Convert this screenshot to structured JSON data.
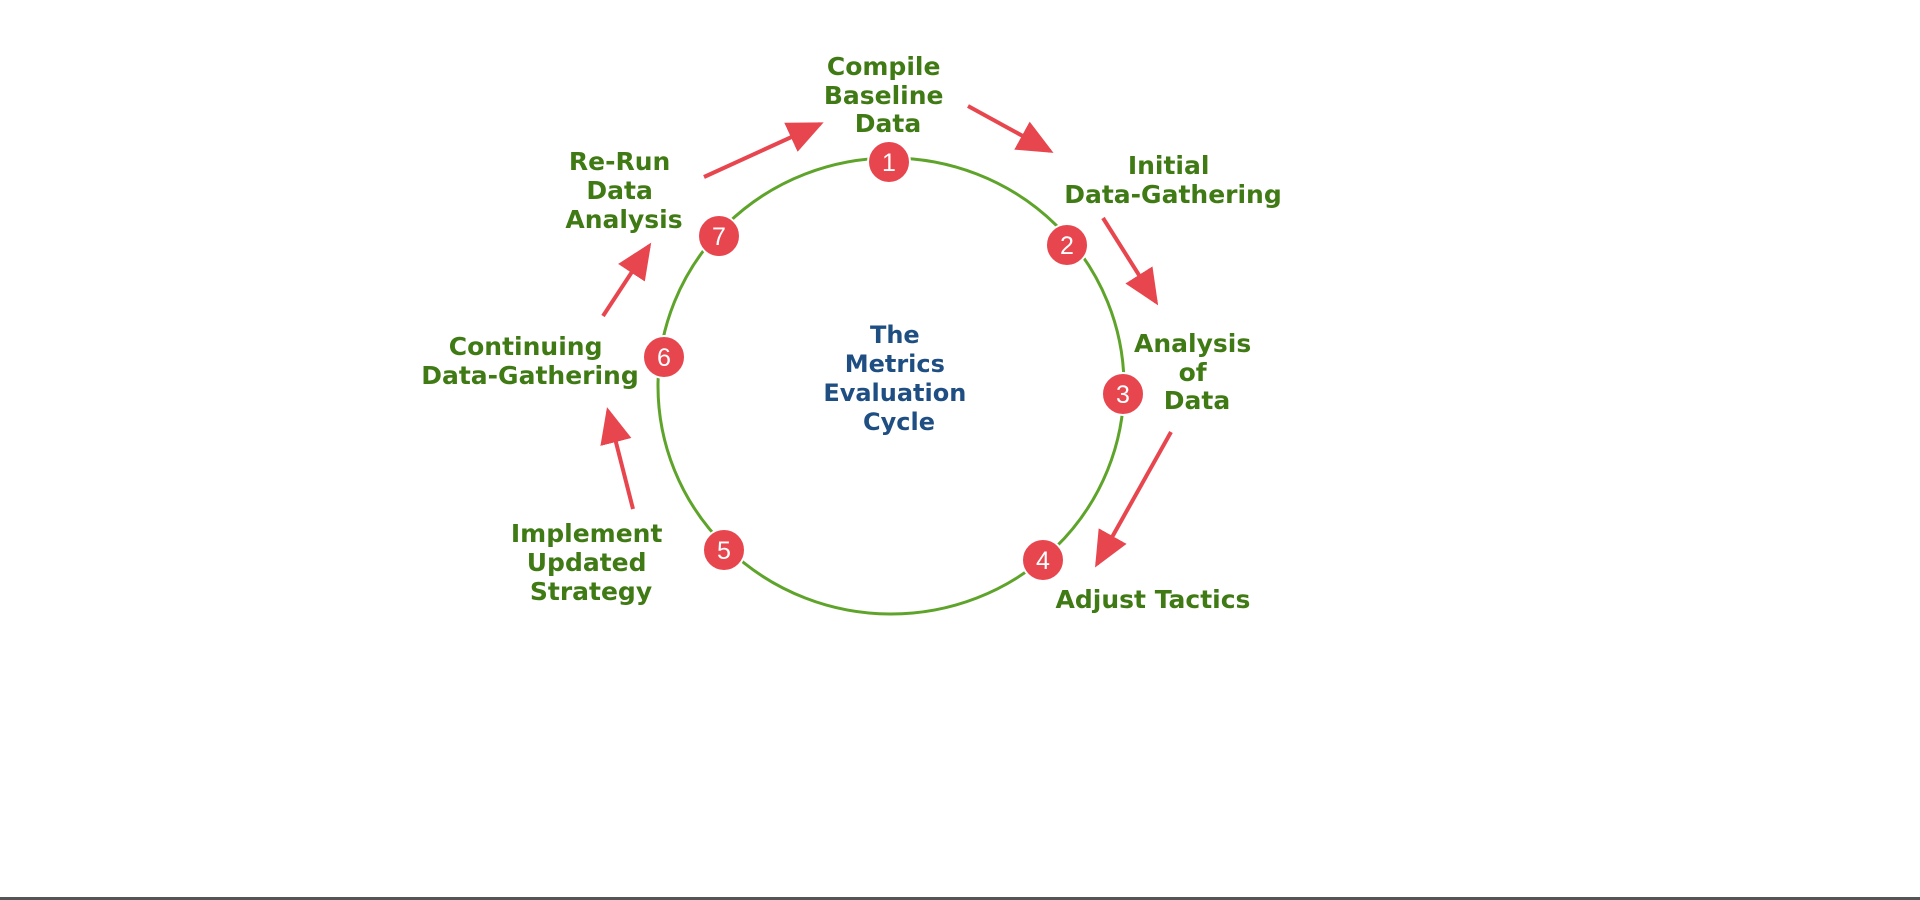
{
  "center": {
    "lines": [
      "The",
      "Metrics",
      "Evaluation",
      "Cycle"
    ]
  },
  "steps": [
    {
      "number": "1",
      "lines": [
        "Compile",
        "Baseline",
        "Data"
      ]
    },
    {
      "number": "2",
      "lines": [
        "Initial",
        "Data-Gathering"
      ]
    },
    {
      "number": "3",
      "lines": [
        "Analysis",
        "of",
        "Data"
      ]
    },
    {
      "number": "4",
      "lines": [
        "Adjust Tactics"
      ]
    },
    {
      "number": "5",
      "lines": [
        "Implement",
        "Updated",
        "Strategy"
      ]
    },
    {
      "number": "6",
      "lines": [
        "Continuing",
        "Data-Gathering"
      ]
    },
    {
      "number": "7",
      "lines": [
        "Re-Run",
        "Data",
        "Analysis"
      ]
    }
  ],
  "colors": {
    "cycle_ring": "#5ea32a",
    "marker_fill": "#e8464e",
    "marker_number": "#ffffff",
    "step_text": "#3f7a14",
    "center_text": "#1f4e82",
    "arrow": "#e8464e"
  }
}
